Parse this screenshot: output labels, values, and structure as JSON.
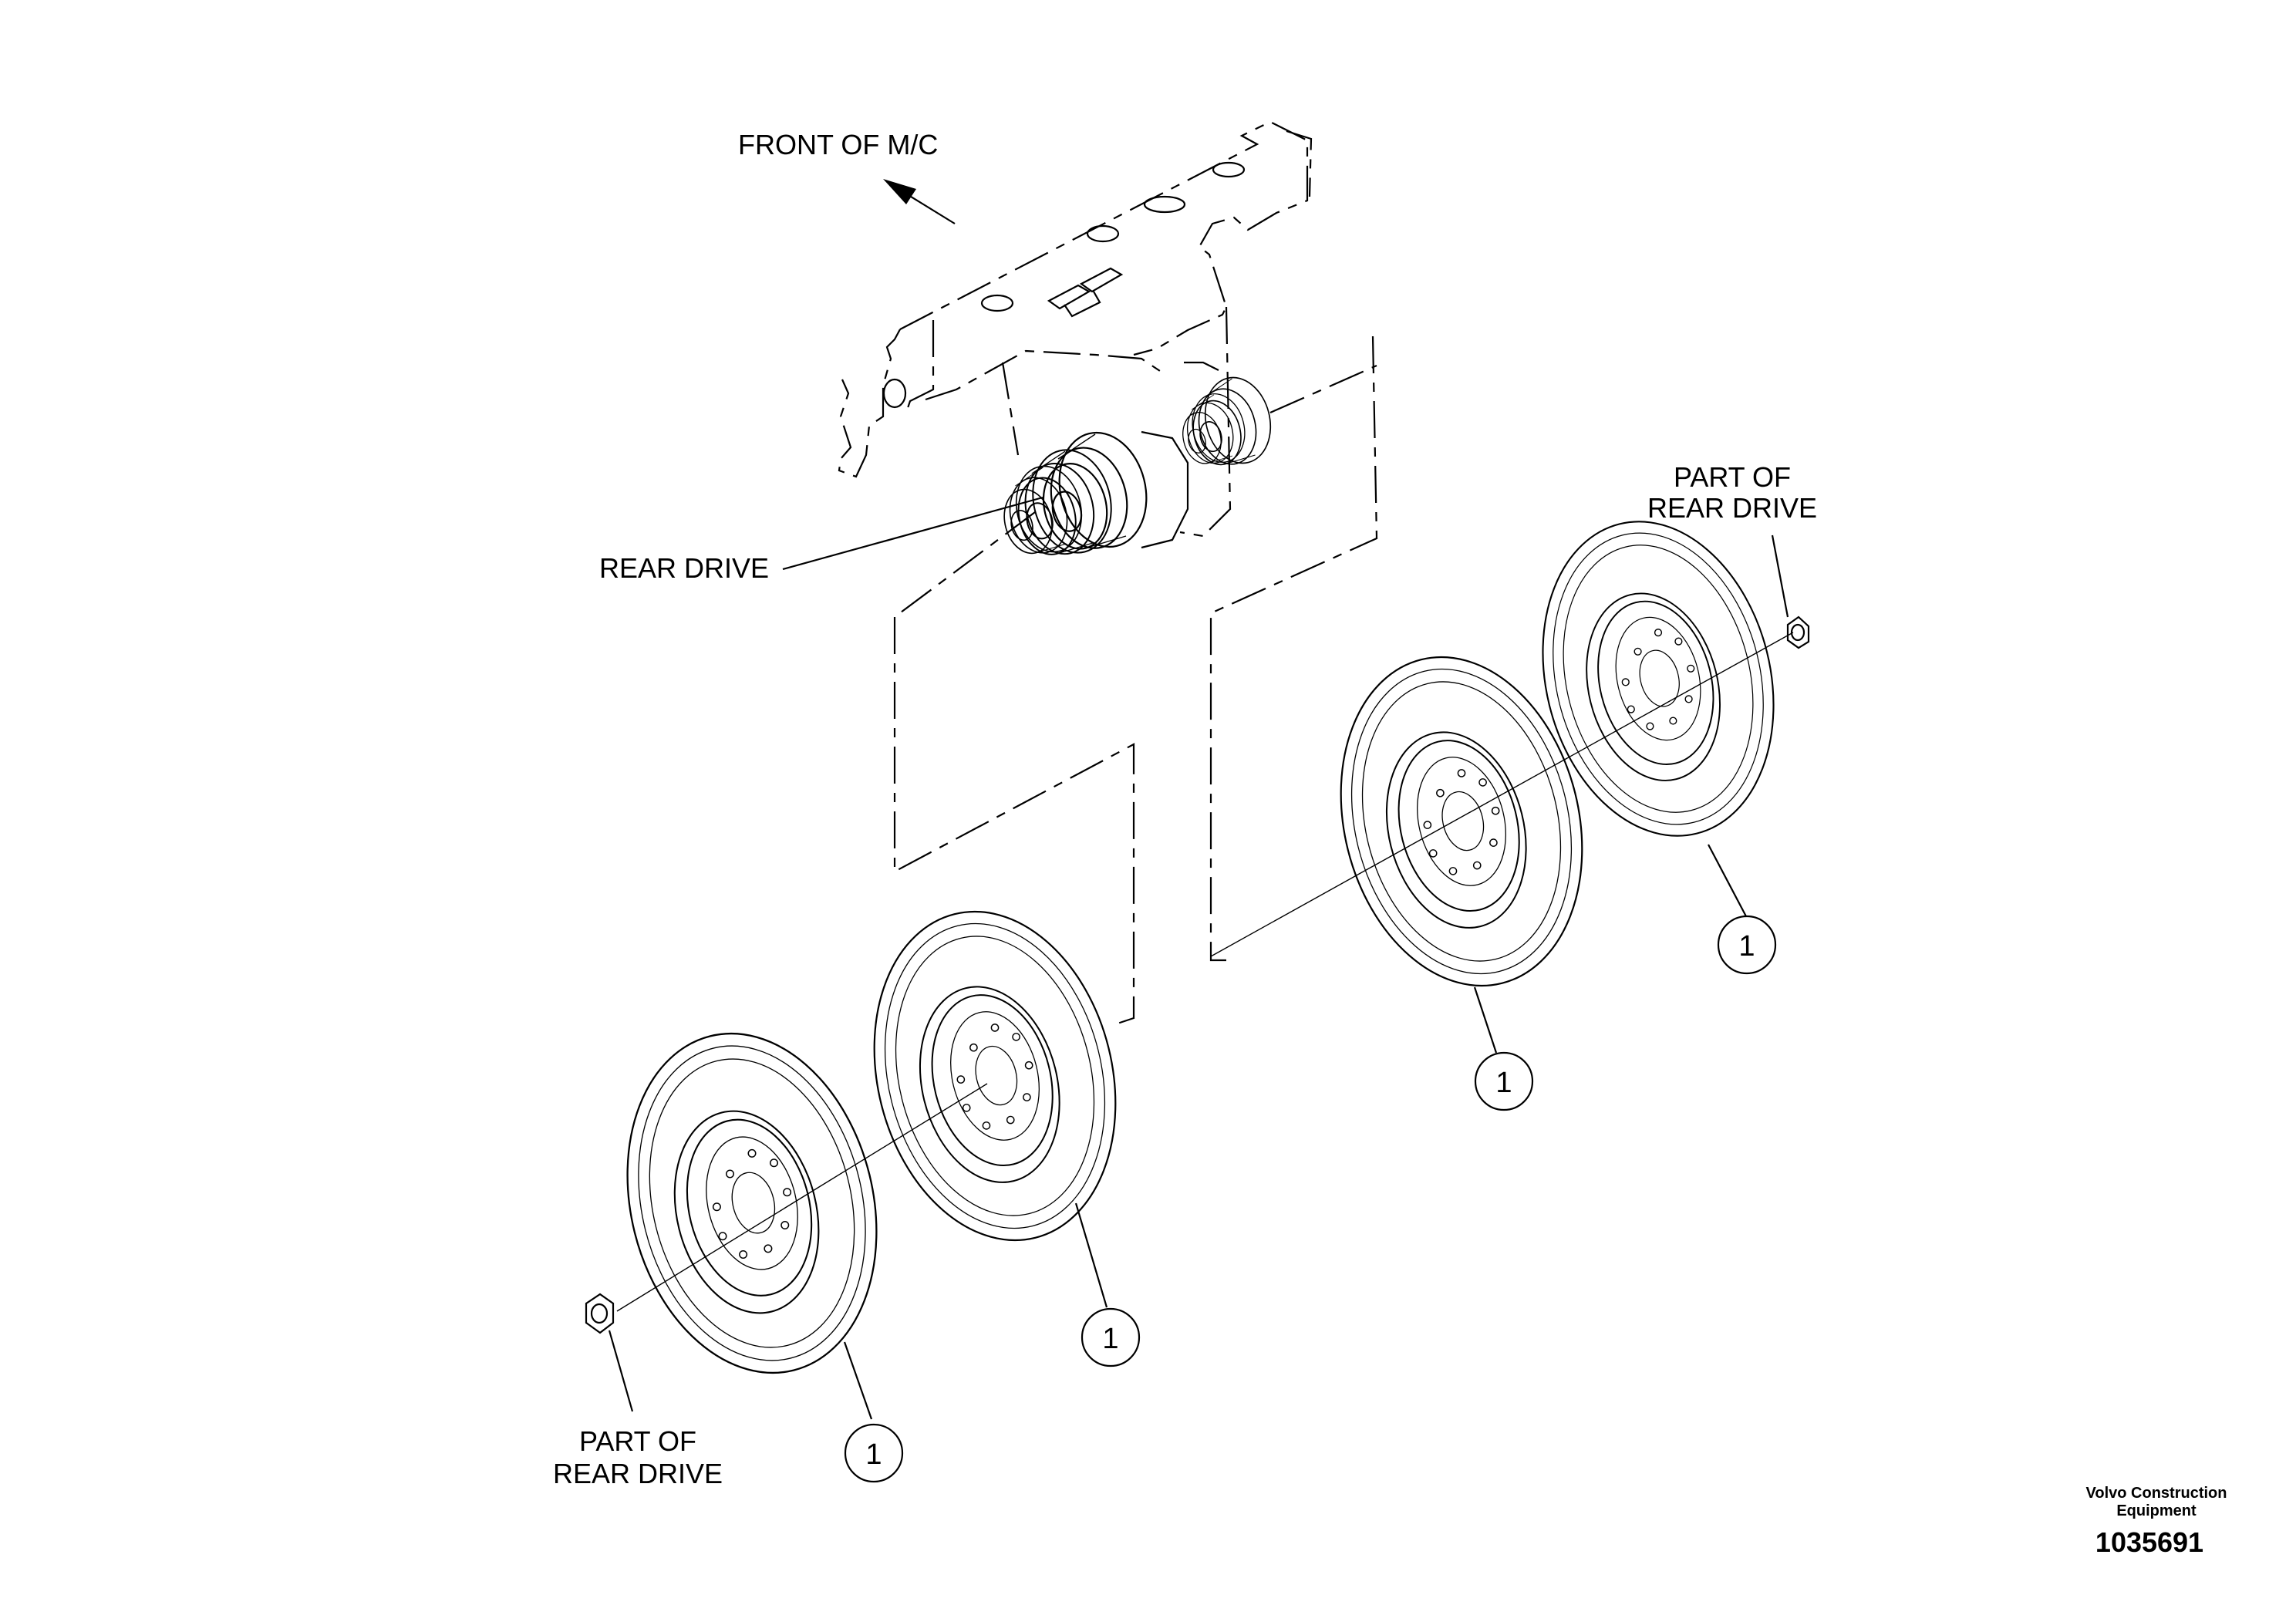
{
  "orientation_label": "FRONT OF M/C",
  "callouts": {
    "rear_drive": "REAR DRIVE",
    "part_of_rear_drive_right": [
      "PART OF",
      "REAR DRIVE"
    ],
    "part_of_rear_drive_left": [
      "PART OF",
      "REAR DRIVE"
    ]
  },
  "balloons": [
    "1",
    "1",
    "1",
    "1"
  ],
  "footer": {
    "company_line1": "Volvo Construction",
    "company_line2": "Equipment",
    "document_number": "1035691"
  }
}
